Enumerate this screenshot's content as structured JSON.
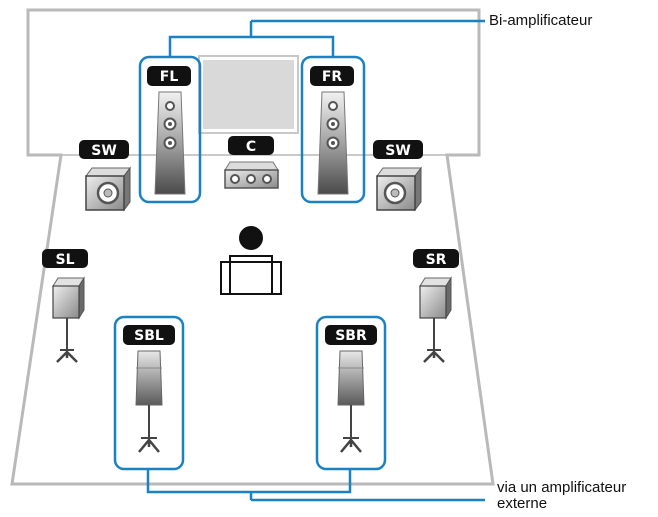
{
  "labels": {
    "bi_amp": "Bi-amplificateur",
    "ext_amp_line1": "via un amplificateur",
    "ext_amp_line2": "externe"
  },
  "speakers": {
    "fl": "FL",
    "fr": "FR",
    "c": "C",
    "sw_left": "SW",
    "sw_right": "SW",
    "sl": "SL",
    "sr": "SR",
    "sbl": "SBL",
    "sbr": "SBR"
  },
  "colors": {
    "room_line": "#b9b9b9",
    "highlight": "#1a82c2",
    "tag_bg": "#111111",
    "speaker_dark": "#555555",
    "speaker_grad_light": "#d8d8d8",
    "tv": "#d9d9d9"
  }
}
